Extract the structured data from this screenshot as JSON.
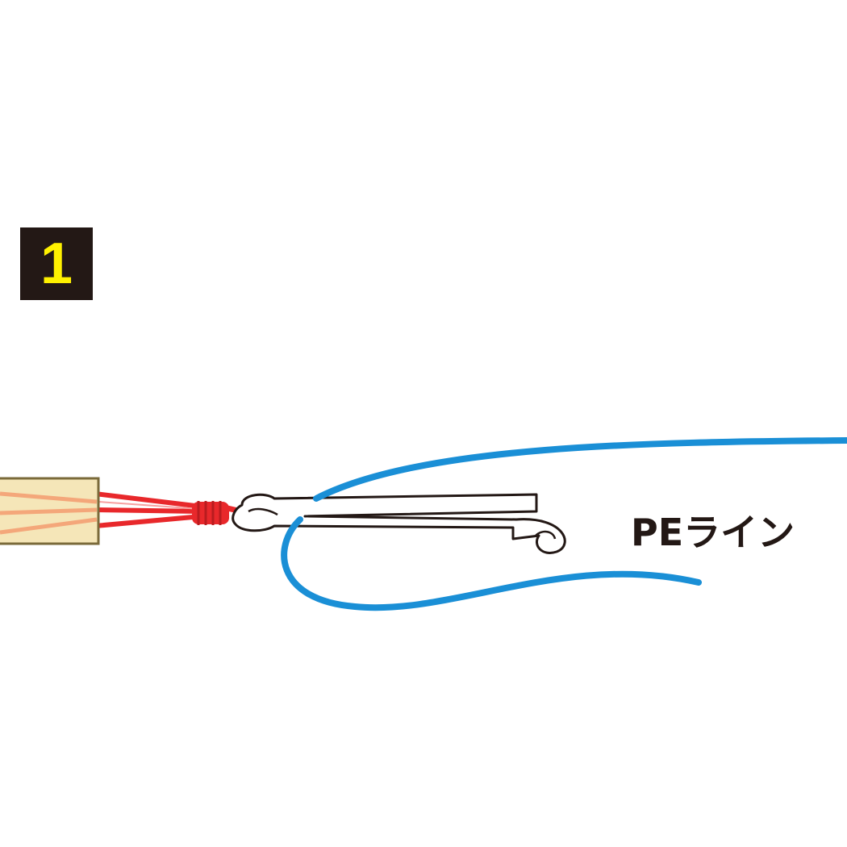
{
  "step": {
    "number": "1"
  },
  "labels": {
    "pe_line": "PEライン"
  },
  "colors": {
    "badge_background": "#231815",
    "badge_text": "#fff100",
    "label_text": "#231815",
    "pe_line": "#1a8fd6",
    "leader_line": "#e8282b",
    "leader_core": "#f4a77a",
    "sleeve_fill": "#f5e6b8",
    "sleeve_border": "#7a6a3a",
    "loop_fill": "#ffffff",
    "loop_outline": "#231815"
  },
  "icons": {
    "step_badge": "numbered-square-badge"
  }
}
